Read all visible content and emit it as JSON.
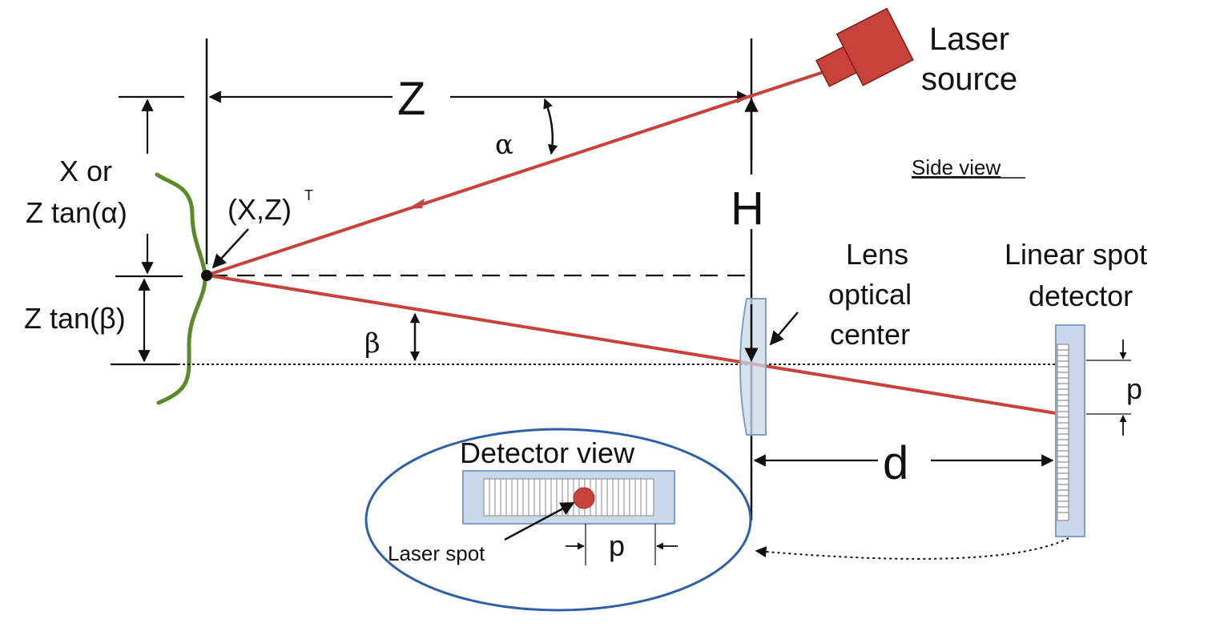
{
  "labels": {
    "z": "Z",
    "h": "H",
    "d": "d",
    "p_side": "p",
    "p_detector": "p",
    "alpha": "α",
    "beta": "β",
    "x_or_line1": "X or",
    "x_or_line2": "Z tan(α)",
    "z_tan_beta": "Z tan(β)",
    "point": "(X,Z)",
    "point_sup": "T",
    "laser_line1": "Laser",
    "laser_line2": "source",
    "side_view": "Side view",
    "lens_line1": "Lens",
    "lens_line2": "optical",
    "lens_line3": "center",
    "detector_line1": "Linear spot",
    "detector_line2": "detector",
    "detector_view": "Detector view",
    "laser_spot": "Laser spot"
  },
  "colors": {
    "beam": "#c8413a",
    "laser_body": "#c8413a",
    "surface": "#5a8a2a",
    "lens_fill": "#c9d8ea",
    "lens_stroke": "#7f9fc6",
    "detector_fill": "#c9d8ea",
    "detector_stroke": "#7f9fc6",
    "inset_ellipse": "#2f5fa8",
    "lines": "#111111"
  }
}
